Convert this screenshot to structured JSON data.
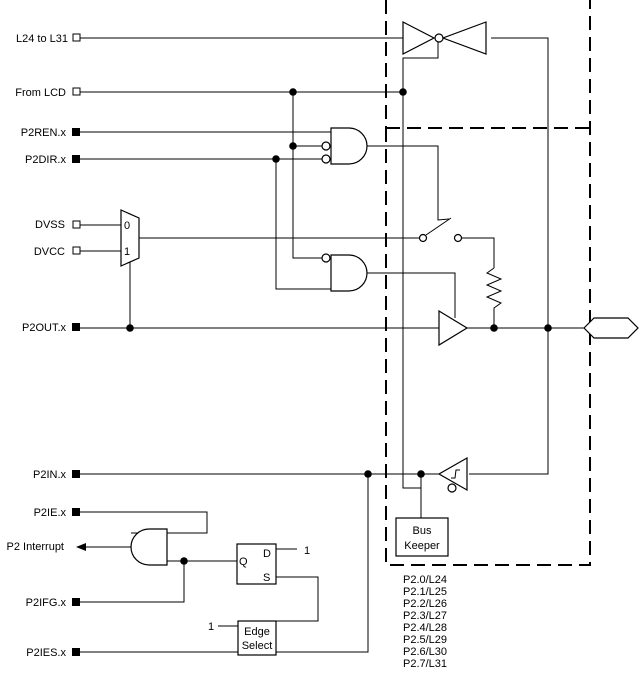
{
  "signals": {
    "l24_l31": "L24 to L31",
    "from_lcd": "From LCD",
    "p2ren": "P2REN.x",
    "p2dir": "P2DIR.x",
    "dvss": "DVSS",
    "dvcc": "DVCC",
    "p2out": "P2OUT.x",
    "p2in": "P2IN.x",
    "p2ie": "P2IE.x",
    "p2_interrupt": "P2 Interrupt",
    "p2ifg": "P2IFG.x",
    "p2ies": "P2IES.x"
  },
  "mux": {
    "in0": "0",
    "in1": "1"
  },
  "flipflop": {
    "d": "D",
    "q": "Q",
    "s": "S",
    "d_value": "1"
  },
  "edge_select": {
    "line1": "Edge",
    "line2": "Select",
    "input_value": "1"
  },
  "bus_keeper": {
    "line1": "Bus",
    "line2": "Keeper"
  },
  "pin_names": [
    "P2.0/L24",
    "P2.1/L25",
    "P2.2/L26",
    "P2.3/L27",
    "P2.4/L28",
    "P2.5/L29",
    "P2.6/L30",
    "P2.7/L31"
  ]
}
